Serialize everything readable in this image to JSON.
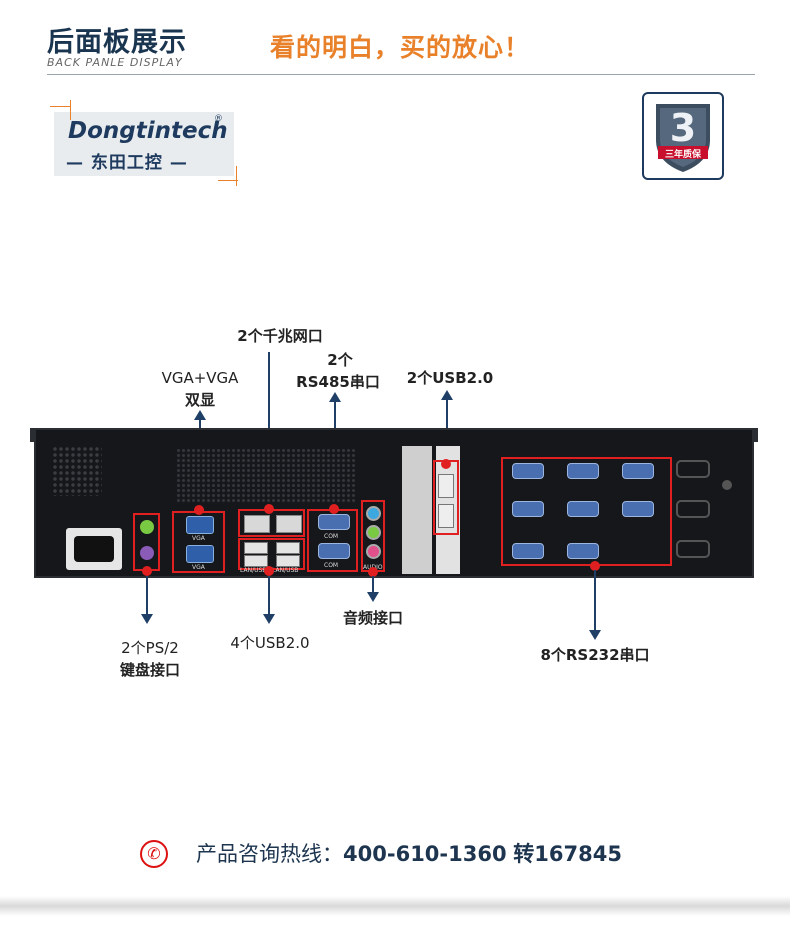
{
  "header": {
    "title_cn": "后面板展示",
    "title_en": "BACK PANLE DISPLAY",
    "slogan": "看的明白，买的放心！"
  },
  "logo": {
    "brand": "Dongtintech",
    "registered": "®",
    "sub": "— 东田工控 —"
  },
  "badge": {
    "number": "3",
    "text": "三年质保"
  },
  "callouts": {
    "lan": "2个千兆网口",
    "rs485_count": "2个",
    "rs485": "RS485串口",
    "usb_top": "2个USB2.0",
    "vga_line1": "VGA+VGA",
    "vga_line2": "双显",
    "ps2_line1": "2个PS/2",
    "ps2_line2": "键盘接口",
    "usb_bottom": "4个USB2.0",
    "audio": "音频接口",
    "rs232": "8个RS232串口"
  },
  "panel_labels": {
    "vga": "VGA",
    "com": "COM",
    "lan_usb": "LAN/USB",
    "audio": "AUDIO"
  },
  "footer": {
    "phone_icon": "phone-icon",
    "hotline_label": "产品咨询热线：",
    "hotline_number": "400-610-1360",
    "extension": "转167845"
  },
  "colors": {
    "title": "#1a3550",
    "slogan": "#e8812a",
    "highlight": "#e02020",
    "arrow": "#1f3f66"
  }
}
